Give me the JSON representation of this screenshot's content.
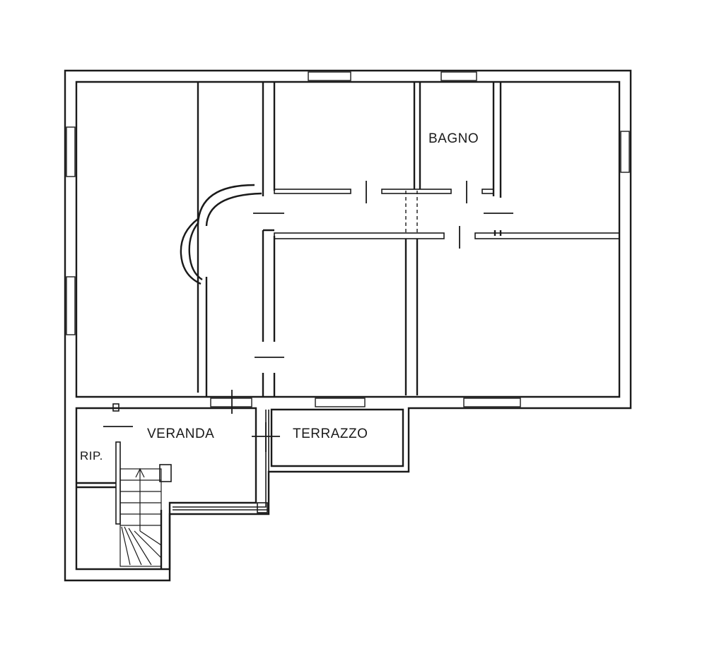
{
  "rooms": {
    "bagno": "BAGNO",
    "veranda": "VERANDA",
    "terrazzo": "TERRAZZO",
    "ripostiglio": "RIP."
  },
  "colors": {
    "line": "#1a1a1a",
    "background": "#ffffff"
  }
}
